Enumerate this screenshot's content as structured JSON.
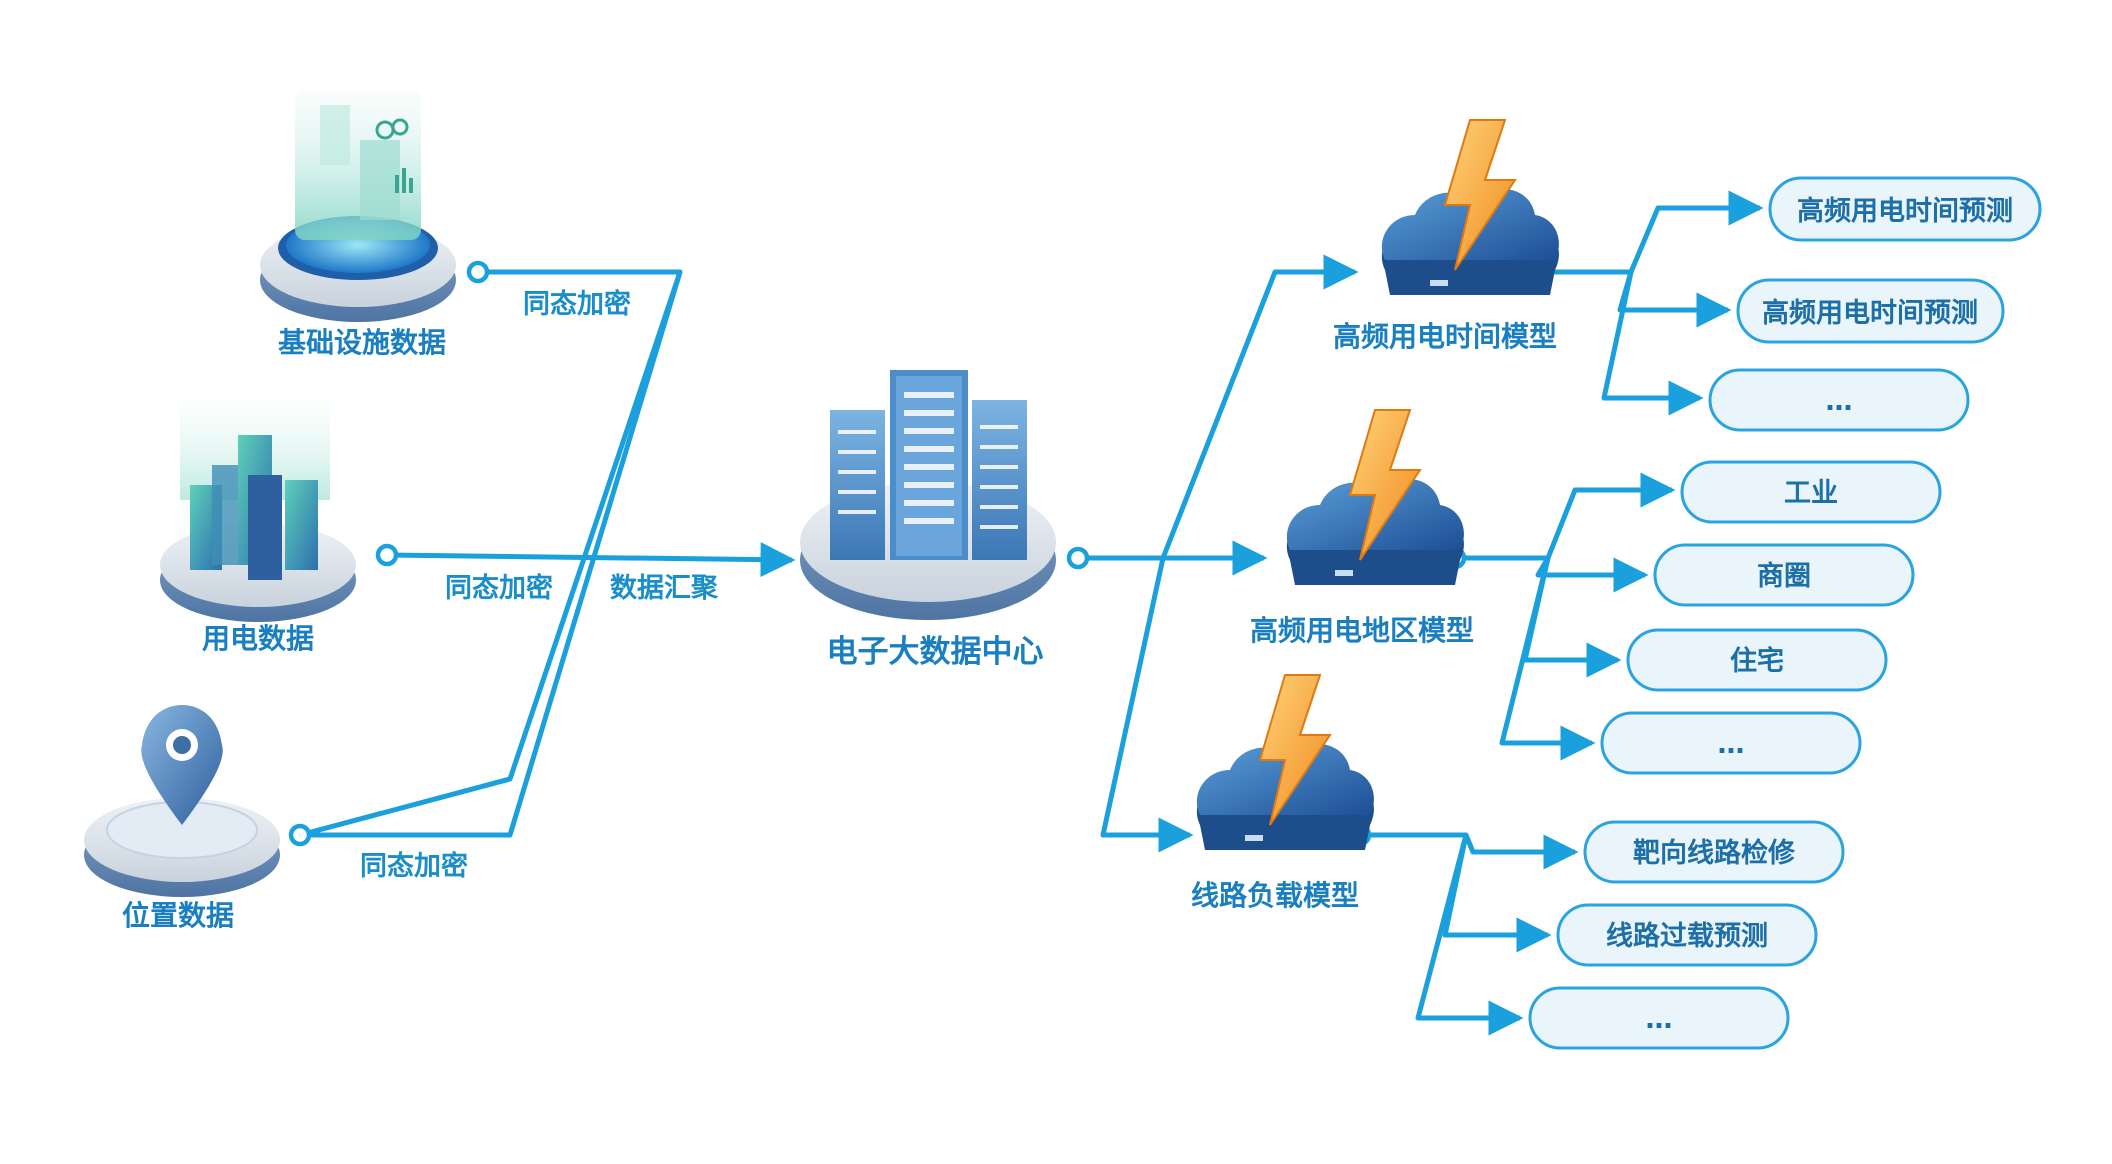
{
  "sources": [
    {
      "label": "基础设施数据",
      "edge_label": "同态加密",
      "icon": "data-tower-icon"
    },
    {
      "label": "用电数据",
      "edge_label": "同态加密",
      "icon": "city-buildings-icon"
    },
    {
      "label": "位置数据",
      "edge_label": "同态加密",
      "icon": "location-pin-icon"
    }
  ],
  "aggregate_label": "数据汇聚",
  "center": {
    "label": "电子大数据中心",
    "icon": "server-building-icon"
  },
  "models": [
    {
      "label": "高频用电时间模型",
      "icon": "cloud-lightning-icon",
      "outputs": [
        "高频用电时间预测",
        "高频用电时间预测",
        "…"
      ]
    },
    {
      "label": "高频用电地区模型",
      "icon": "cloud-lightning-icon",
      "outputs": [
        "工业",
        "商圈",
        "住宅",
        "…"
      ]
    },
    {
      "label": "线路负载模型",
      "icon": "cloud-lightning-icon",
      "outputs": [
        "靶向线路检修",
        "线路过载预测",
        "…"
      ]
    }
  ],
  "colors": {
    "line": "#1aa0dc",
    "pill_fill": "#e9f4fb",
    "pill_stroke": "#2aa3de",
    "text": "#1a8ec9"
  }
}
